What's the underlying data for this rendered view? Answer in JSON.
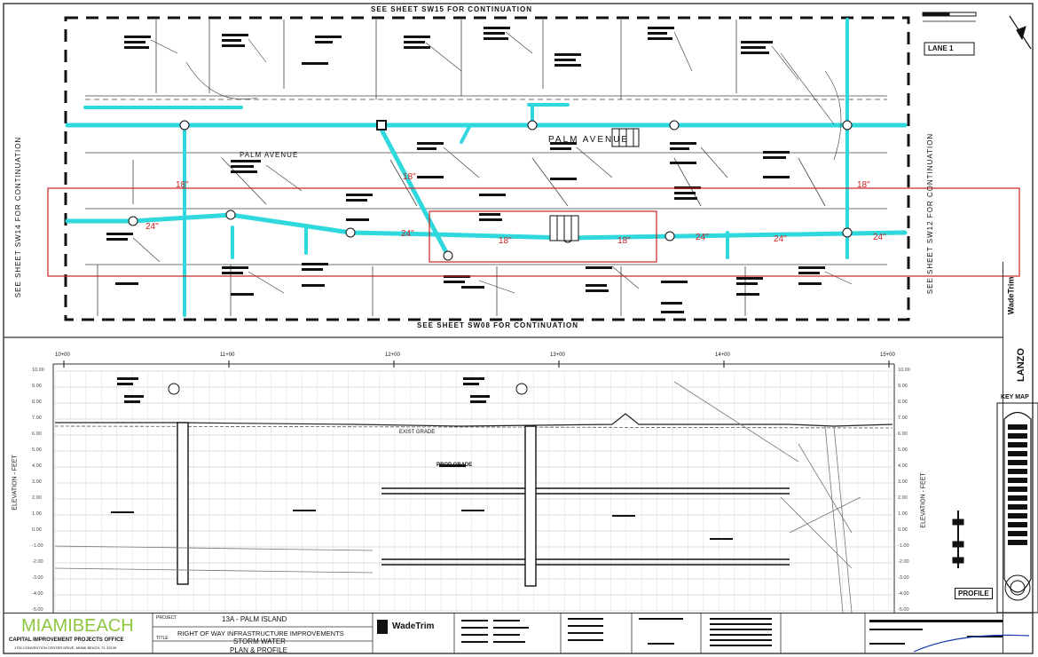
{
  "plan": {
    "match_top": "SEE SHEET SW15 FOR CONTINUATION",
    "match_bottom": "SEE SHEET SW08 FOR CONTINUATION",
    "match_left": "SEE SHEET SW14 FOR CONTINUATION",
    "match_right": "SEE SHEET SW12 FOR CONTINUATION",
    "street_upper": "PALM AVENUE",
    "street_lower": "PALM AVENUE",
    "scale_label": "LANE 1",
    "pipe_labels": [
      "18\"",
      "18\"",
      "24\"",
      "24\"",
      "18\"",
      "18\"",
      "24\"",
      "24\"",
      "24\"",
      "18\""
    ]
  },
  "profile": {
    "stations": [
      "10+00",
      "11+00",
      "12+00",
      "13+00",
      "14+00",
      "15+00"
    ],
    "elevations": [
      "10.00",
      "9.00",
      "8.00",
      "7.00",
      "6.00",
      "5.00",
      "4.00",
      "3.00",
      "2.00",
      "1.00",
      "0.00",
      "-1.00",
      "-2.00",
      "-3.00",
      "-4.00",
      "-5.00"
    ],
    "axis_label_left": "ELEVATION - FEET",
    "axis_label_right": "ELEVATION - FEET",
    "exist_grade_label": "EXIST GRADE",
    "prop_grade_label": "PROP GRADE",
    "profile_tag": "PROFILE"
  },
  "titleblock": {
    "client_name": "MIAMIBEACH",
    "client_dept": "CAPITAL IMPROVEMENT PROJECTS OFFICE",
    "client_addr": "1700 CONVENTION CENTER DRIVE, MIAMI BEACH, FL 33139",
    "project_label": "PROJECT",
    "project_name": "13A - PALM ISLAND",
    "project_sub": "RIGHT OF WAY INFRASTRUCTURE IMPROVEMENTS",
    "title_label": "TITLE",
    "sheet_title_1": "STORM WATER",
    "sheet_title_2": "PLAN & PROFILE",
    "consultant": "WadeTrim",
    "key_map": "KEY MAP",
    "firm_side": "LANZO",
    "firm_side2": "WadeTrim"
  },
  "colors": {
    "pipe": "#2fd8dc",
    "highlight": "#cc2222",
    "client_green": "#8dc63f",
    "ink": "#222222"
  }
}
